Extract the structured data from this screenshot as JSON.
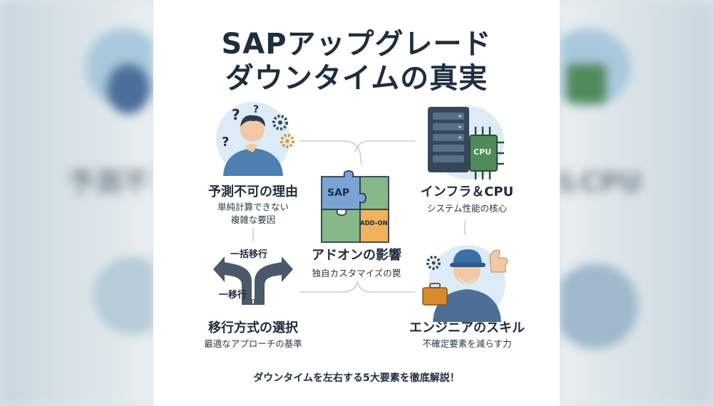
{
  "title_line1": "SAPアップグレード",
  "title_line2": "ダウンタイムの真実",
  "factors": [
    {
      "title": "予測不可の理由",
      "subtitle_line1": "単純計算できない",
      "subtitle_line2": "複雑な要因",
      "icon": "thinking-person-icon"
    },
    {
      "title": "インフラ＆CPU",
      "subtitle": "システム性能の核心",
      "icon": "server-cpu-icon"
    },
    {
      "title": "アドオンの影響",
      "subtitle": "独自カスタマイズの罠",
      "icon": "puzzle-icon"
    },
    {
      "title": "移行方式の選択",
      "subtitle": "最適なアプローチの基準",
      "icon": "split-road-icon"
    },
    {
      "title": "エンジニアのスキル",
      "subtitle": "不確定要素を減らす力",
      "icon": "engineer-icon"
    }
  ],
  "puzzle_labels": {
    "sap": "SAP",
    "addon": "ADD-ON"
  },
  "cpu_label": "CPU",
  "road_labels": {
    "bulk": "一括移行",
    "single": "一移行"
  },
  "footer": "ダウンタイムを左右する5大要素を徹底解説！",
  "background_echo": {
    "left_text": "予測不可",
    "right_text": "＆CPU"
  },
  "colors": {
    "navy": "#1e2e3f",
    "accent_blue": "#5a8fc4",
    "puzzle_blue": "#7aa4d6",
    "puzzle_green": "#86b88a",
    "puzzle_orange": "#f2b25c",
    "circle_bg": "#dcebf5"
  }
}
